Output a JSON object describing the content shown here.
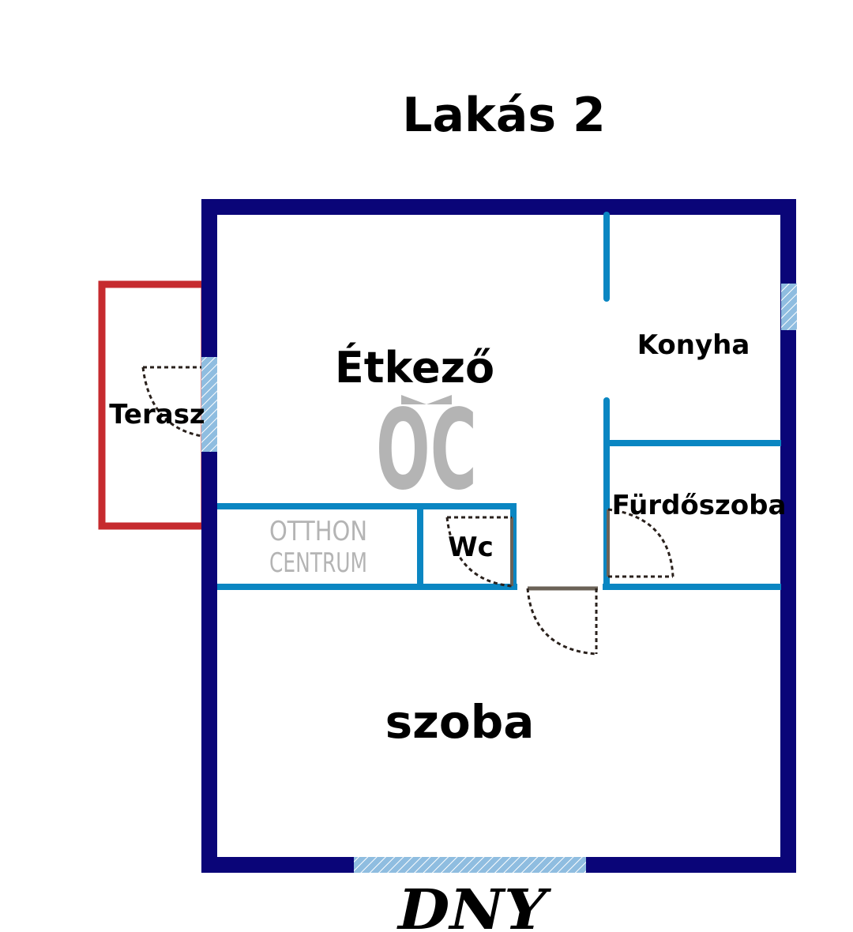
{
  "title": "Lakás 2",
  "rooms": {
    "dining": "Étkező",
    "kitchen": "Konyha",
    "terrace": "Terasz",
    "bathroom": "Fürdőszoba",
    "wc": "Wc",
    "room": "szoba"
  },
  "orientation": "DNY",
  "watermark": {
    "logo": "OC",
    "line1": "OTTHON",
    "line2": "CENTRUM"
  },
  "colors": {
    "outer_wall": "#0a0578",
    "inner_wall": "#0a86c2",
    "terrace": "#c62b2f",
    "window": "#8fbde0",
    "door": "#6b6257",
    "watermark": "#b4b4b4"
  }
}
